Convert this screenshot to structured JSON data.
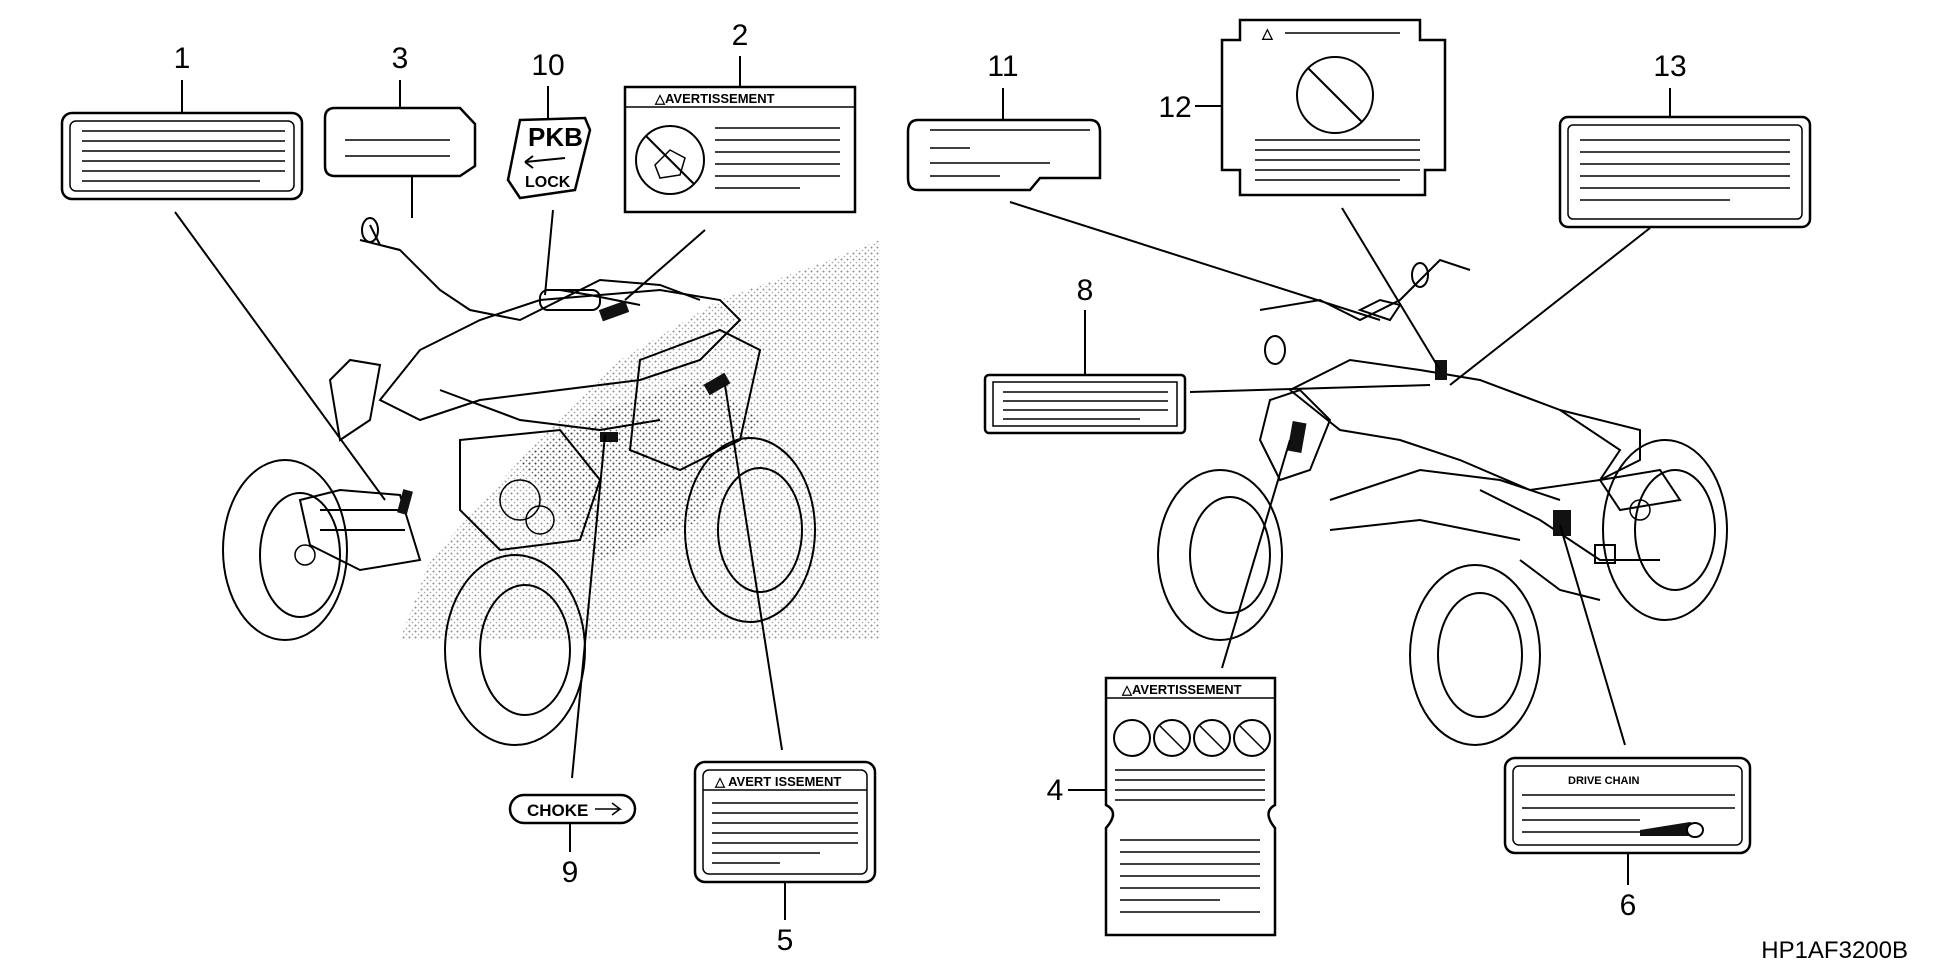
{
  "diagram": {
    "part_code": "HP1AF3200B",
    "callouts": [
      "1",
      "2",
      "3",
      "4",
      "5",
      "6",
      "8",
      "9",
      "10",
      "11",
      "12",
      "13"
    ],
    "labels": {
      "label_2_header": "△AVERTISSEMENT",
      "label_4_header": "△AVERTISSEMENT",
      "label_5_header": "△ AVERT ISSEMENT",
      "label_6_header": "DRIVE CHAIN",
      "label_9_text": "CHOKE",
      "label_10_line1": "PKB",
      "label_10_line2": "LOCK",
      "label_12_header": "△"
    }
  }
}
